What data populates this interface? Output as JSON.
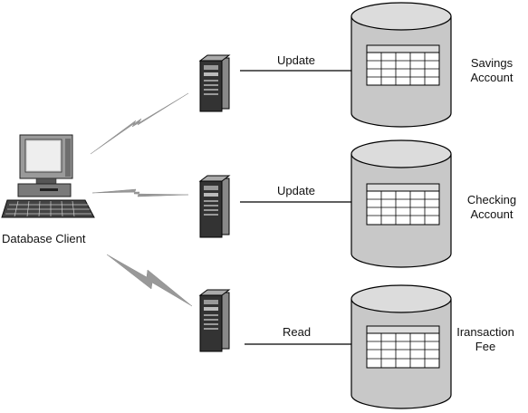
{
  "client": {
    "label": "Database Client"
  },
  "connections": [
    {
      "operation": "Update",
      "account_line1": "Savings",
      "account_line2": "Account"
    },
    {
      "operation": "Update",
      "account_line1": "Checking",
      "account_line2": "Account"
    },
    {
      "operation": "Read",
      "account_line1": "Iransaction",
      "account_line2": "Fee"
    }
  ],
  "colors": {
    "cylinder_fill": "#c8c8c8",
    "cylinder_stroke": "#000000",
    "bolt": "#999999",
    "server_dark": "#333333",
    "table_header": "#dddddd"
  }
}
